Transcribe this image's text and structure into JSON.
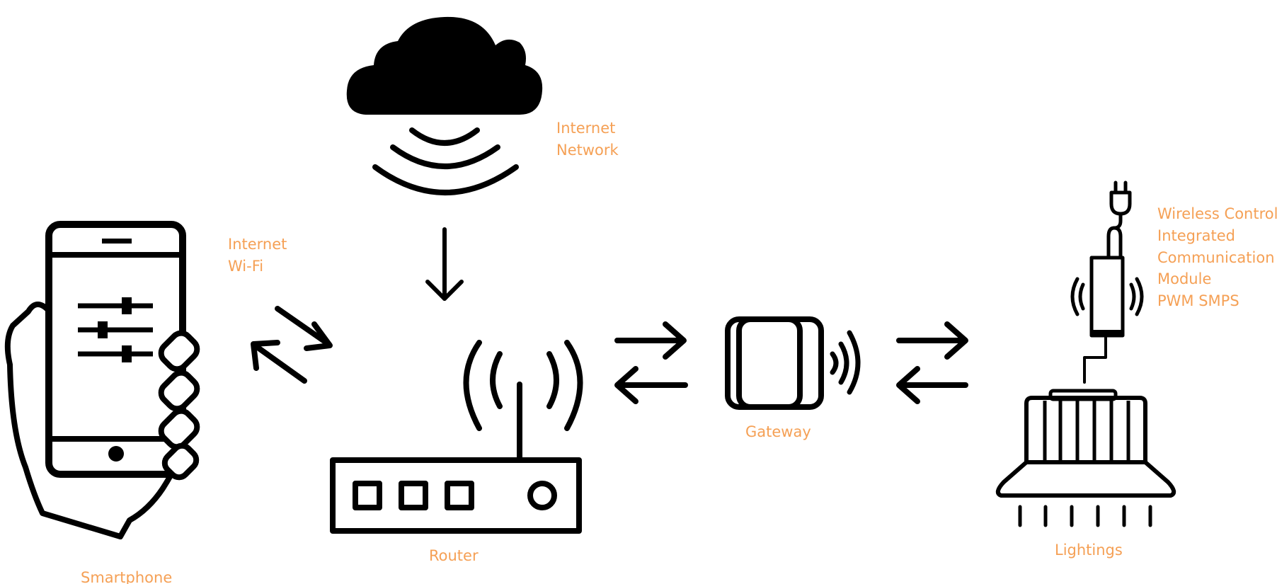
{
  "labels": {
    "internet_network": [
      "Internet",
      "Network"
    ],
    "internet_wifi": [
      "Internet",
      "Wi-Fi"
    ],
    "smartphone": "Smartphone",
    "router": "Router",
    "gateway": "Gateway",
    "lightings": "Lightings",
    "module": [
      "Wireless Control",
      "Integrated",
      "Communication",
      "Module",
      "PWM SMPS"
    ]
  },
  "colors": {
    "label": "#F5A055",
    "icon": "#000000",
    "background": "#FFFFFF"
  },
  "icons": [
    "cloud-icon",
    "signal-waves-icon",
    "smartphone-icon",
    "hand-icon",
    "router-icon",
    "gateway-icon",
    "lamp-icon",
    "plug-icon",
    "module-icon"
  ]
}
